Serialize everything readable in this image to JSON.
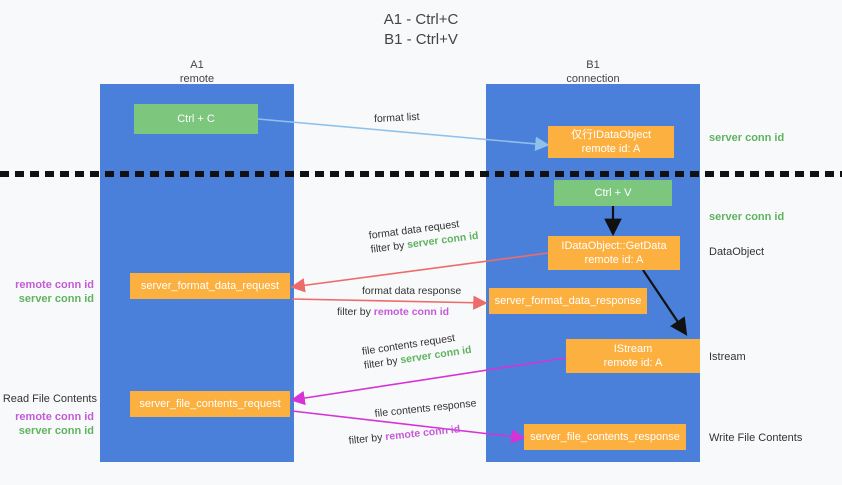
{
  "title": {
    "line1": "A1 - Ctrl+C",
    "line2": "B1 - Ctrl+V"
  },
  "columns": [
    {
      "name": "A1",
      "sub": "remote"
    },
    {
      "name": "B1",
      "sub": "connection"
    }
  ],
  "nodes": [
    {
      "id": "ctrl-c",
      "line1": "Ctrl + C",
      "line2": "",
      "color": "#7dc67d"
    },
    {
      "id": "idataobject-create",
      "line1": "仅行IDataObject",
      "line2": "remote id: A",
      "color": "#fbb040"
    },
    {
      "id": "ctrl-v",
      "line1": "Ctrl + V",
      "line2": "",
      "color": "#7dc67d"
    },
    {
      "id": "idataobject-getdata",
      "line1": "IDataObject::GetData",
      "line2": "remote id: A",
      "color": "#fbb040"
    },
    {
      "id": "server-format-data-request",
      "line1": "server_format_data_request",
      "line2": "",
      "color": "#fbb040"
    },
    {
      "id": "server-format-data-response",
      "line1": "server_format_data_response",
      "line2": "",
      "color": "#fbb040"
    },
    {
      "id": "istream",
      "line1": "IStream",
      "line2": "remote id: A",
      "color": "#fbb040"
    },
    {
      "id": "server-file-contents-request",
      "line1": "server_file_contents_request",
      "line2": "",
      "color": "#fbb040"
    },
    {
      "id": "server-file-contents-response",
      "line1": "server_file_contents_response",
      "line2": "",
      "color": "#fbb040"
    }
  ],
  "side_labels": {
    "right": [
      {
        "id": "server-conn-id-top",
        "text": "server conn id"
      },
      {
        "id": "server-conn-id-second",
        "text": "server conn id"
      },
      {
        "id": "dataobject",
        "text": "DataObject"
      },
      {
        "id": "istream",
        "text": "Istream"
      },
      {
        "id": "write-file-contents",
        "text": "Write File Contents"
      }
    ],
    "left": [
      {
        "id": "remote-conn-id-upper",
        "text": "remote conn id"
      },
      {
        "id": "server-conn-id-upper",
        "text": "server conn id"
      },
      {
        "id": "read-file-contents",
        "text": "Read File Contents"
      },
      {
        "id": "remote-conn-id-lower",
        "text": "remote conn id"
      },
      {
        "id": "server-conn-id-lower",
        "text": "server conn id"
      }
    ]
  },
  "edges": [
    {
      "id": "format-list",
      "line1": "format list",
      "filter_prefix": "",
      "filter_value": "",
      "color": "#8fc1ea"
    },
    {
      "id": "format-data-request",
      "line1": "format data request",
      "filter_prefix": "filter by ",
      "filter_value": "server conn id",
      "color": "#ee6b6b"
    },
    {
      "id": "format-data-response",
      "line1": "format data response",
      "filter_prefix": "filter by ",
      "filter_value": "remote conn id",
      "color": "#ee6b6b"
    },
    {
      "id": "file-contents-request",
      "line1": "file contents request",
      "filter_prefix": "filter by ",
      "filter_value": "server conn id",
      "color": "#d633d6"
    },
    {
      "id": "file-contents-response",
      "line1": "file contents response",
      "filter_prefix": "filter by ",
      "filter_value": "remote conn id",
      "color": "#d633d6"
    }
  ],
  "colors": {
    "lane": "#4a80da",
    "green_node": "#7dc67d",
    "orange_node": "#fbb040",
    "green_text": "#5fb35f",
    "purple_text": "#c45bd6",
    "divider": "#111111",
    "background": "#f8f9fa"
  }
}
